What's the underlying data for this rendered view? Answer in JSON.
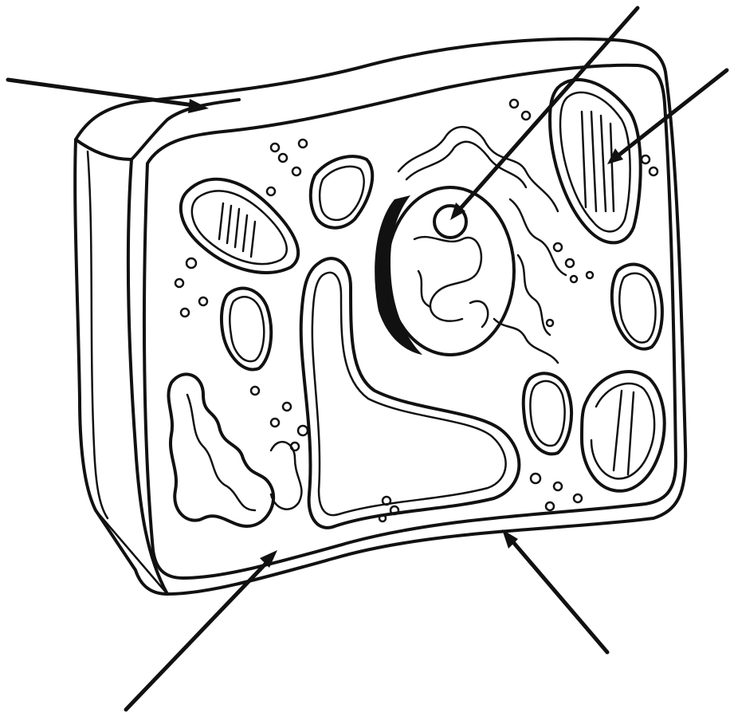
{
  "diagram": {
    "subject": "plant-cell",
    "background_color": "#ffffff",
    "ink_color": "#111111",
    "label_lines": [
      {
        "name": "cell-wall-pointer"
      },
      {
        "name": "nucleolus-pointer"
      },
      {
        "name": "chloroplast-pointer"
      },
      {
        "name": "cytoplasm-pointer"
      },
      {
        "name": "cell-membrane-pointer"
      }
    ]
  }
}
